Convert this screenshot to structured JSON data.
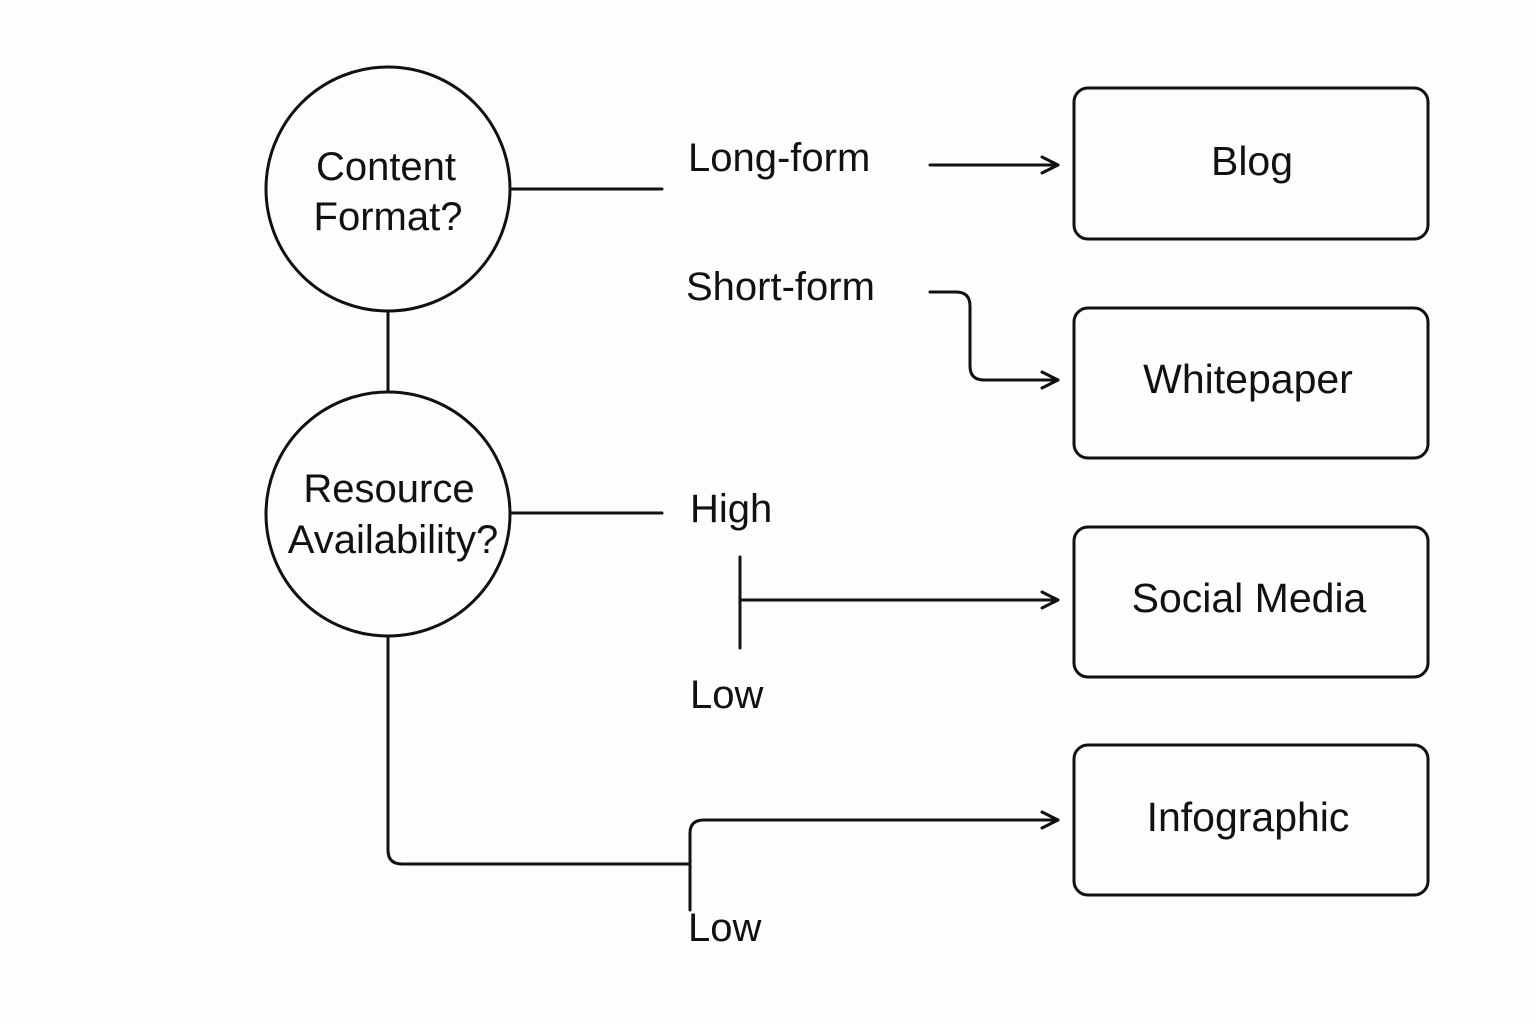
{
  "decisions": {
    "content_format": {
      "line1": "Content",
      "line2": "Format?"
    },
    "resource_availability": {
      "line1": "Resource",
      "line2": "Availability?"
    }
  },
  "branches": {
    "long_form": "Long-form",
    "short_form": "Short-form",
    "high": "High",
    "low_upper": "Low",
    "low_lower": "Low"
  },
  "outcomes": {
    "blog": "Blog",
    "whitepaper": "Whitepaper",
    "social_media": "Social Media",
    "infographic": "Infographic"
  },
  "colors": {
    "background": "#fdfdfb",
    "stroke": "#111111"
  }
}
